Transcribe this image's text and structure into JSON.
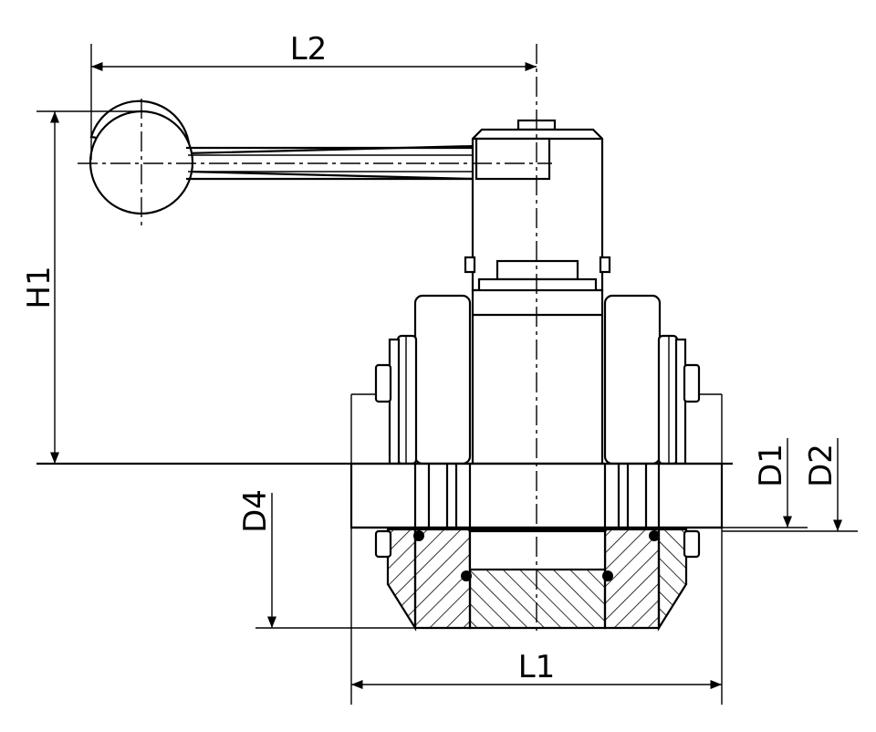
{
  "dimensions": {
    "l2": "L2",
    "h1": "H1",
    "d1": "D1",
    "d2": "D2",
    "d4": "D4",
    "l1": "L1"
  },
  "colors": {
    "line": "#000000",
    "background": "#ffffff"
  }
}
